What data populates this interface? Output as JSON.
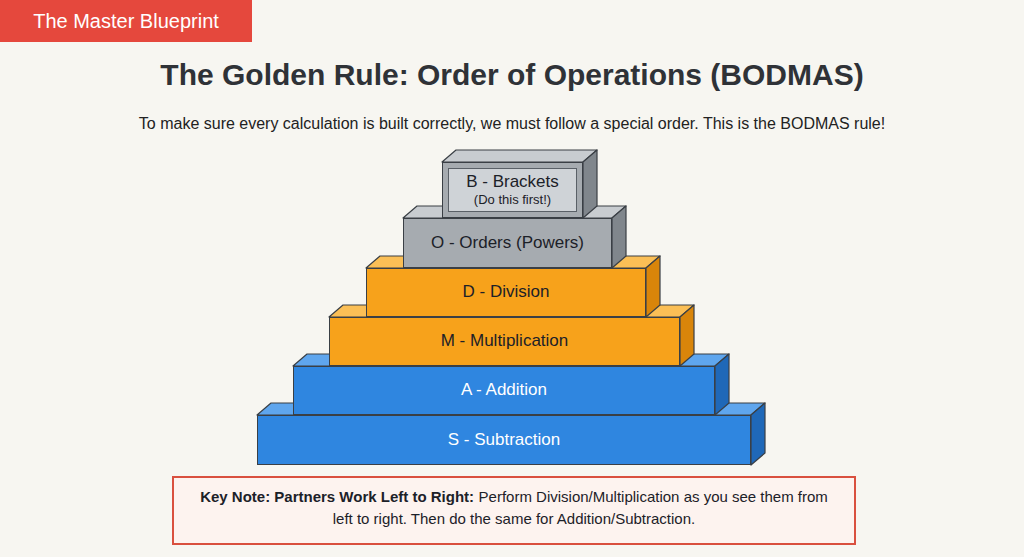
{
  "diagram": {
    "title": "The Golden Rule: Order of Operations (BODMAS)",
    "nodes": [
      {
        "text": [
          "The Master Blueprint"
        ]
      },
      {
        "text": [
          "B - Brackets",
          "(Do this first!)"
        ]
      },
      {
        "text": [
          "O - Orders (Powers)"
        ]
      },
      {
        "text": [
          "D - Division"
        ]
      },
      {
        "text": [
          "M - Multiplication"
        ]
      },
      {
        "text": [
          "A - Addition"
        ]
      },
      {
        "text": [
          "S - Subtraction"
        ]
      },
      {
        "text": [
          "Key Note: Partners Work Left to Right:",
          "Perform Division/Multiplication as you see them from left to right. Then do the same for Addition/Subtraction."
        ]
      }
    ],
    "labels": [
      "To make sure every calculation is built correctly, we must follow a special order. This is the BODMAS rule!"
    ]
  }
}
